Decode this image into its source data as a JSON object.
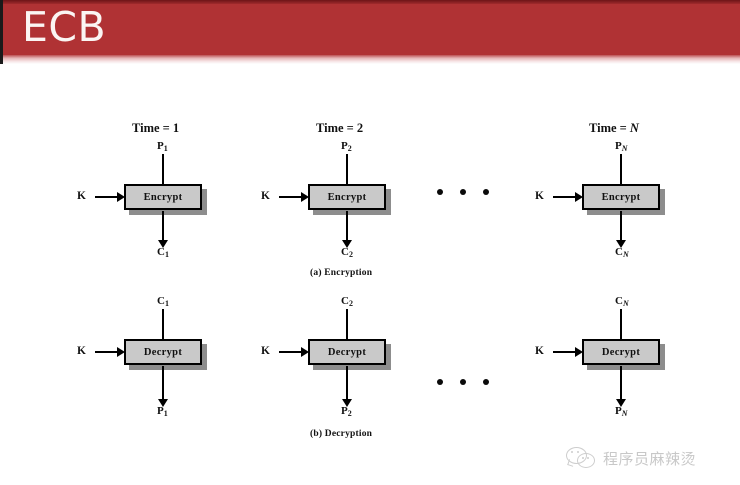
{
  "slide": {
    "title": "ECB",
    "header_color": "#b03234",
    "header_text_color": "#fbf5f3",
    "background": "#ffffff"
  },
  "figure": {
    "box_fill": "#c9c9c9",
    "box_border": "#000000",
    "box_shadow": "#8d8d8d",
    "encryption": {
      "caption": "(a) Encryption",
      "columns": [
        {
          "time_label_prefix": "Time = ",
          "time_label_value": "1",
          "time_value_italic": false,
          "input_label": "P",
          "input_sub": "1",
          "input_sub_italic": false,
          "key_label": "K",
          "box_label": "Encrypt",
          "output_label": "C",
          "output_sub": "1",
          "output_sub_italic": false
        },
        {
          "time_label_prefix": "Time = ",
          "time_label_value": "2",
          "time_value_italic": false,
          "input_label": "P",
          "input_sub": "2",
          "input_sub_italic": false,
          "key_label": "K",
          "box_label": "Encrypt",
          "output_label": "C",
          "output_sub": "2",
          "output_sub_italic": false
        },
        {
          "time_label_prefix": "Time = ",
          "time_label_value": "N",
          "time_value_italic": true,
          "input_label": "P",
          "input_sub": "N",
          "input_sub_italic": true,
          "key_label": "K",
          "box_label": "Encrypt",
          "output_label": "C",
          "output_sub": "N",
          "output_sub_italic": true
        }
      ],
      "ellipsis_dots": 3
    },
    "decryption": {
      "caption": "(b) Decryption",
      "columns": [
        {
          "input_label": "C",
          "input_sub": "1",
          "input_sub_italic": false,
          "key_label": "K",
          "box_label": "Decrypt",
          "output_label": "P",
          "output_sub": "1",
          "output_sub_italic": false
        },
        {
          "input_label": "C",
          "input_sub": "2",
          "input_sub_italic": false,
          "key_label": "K",
          "box_label": "Decrypt",
          "output_label": "P",
          "output_sub": "2",
          "output_sub_italic": false
        },
        {
          "input_label": "C",
          "input_sub": "N",
          "input_sub_italic": true,
          "key_label": "K",
          "box_label": "Decrypt",
          "output_label": "P",
          "output_sub": "N",
          "output_sub_italic": true
        }
      ],
      "ellipsis_dots": 3
    }
  },
  "watermark": {
    "icon": "wechat-logo-icon",
    "text": "程序员麻辣烫",
    "color": "#7d7d7d"
  }
}
